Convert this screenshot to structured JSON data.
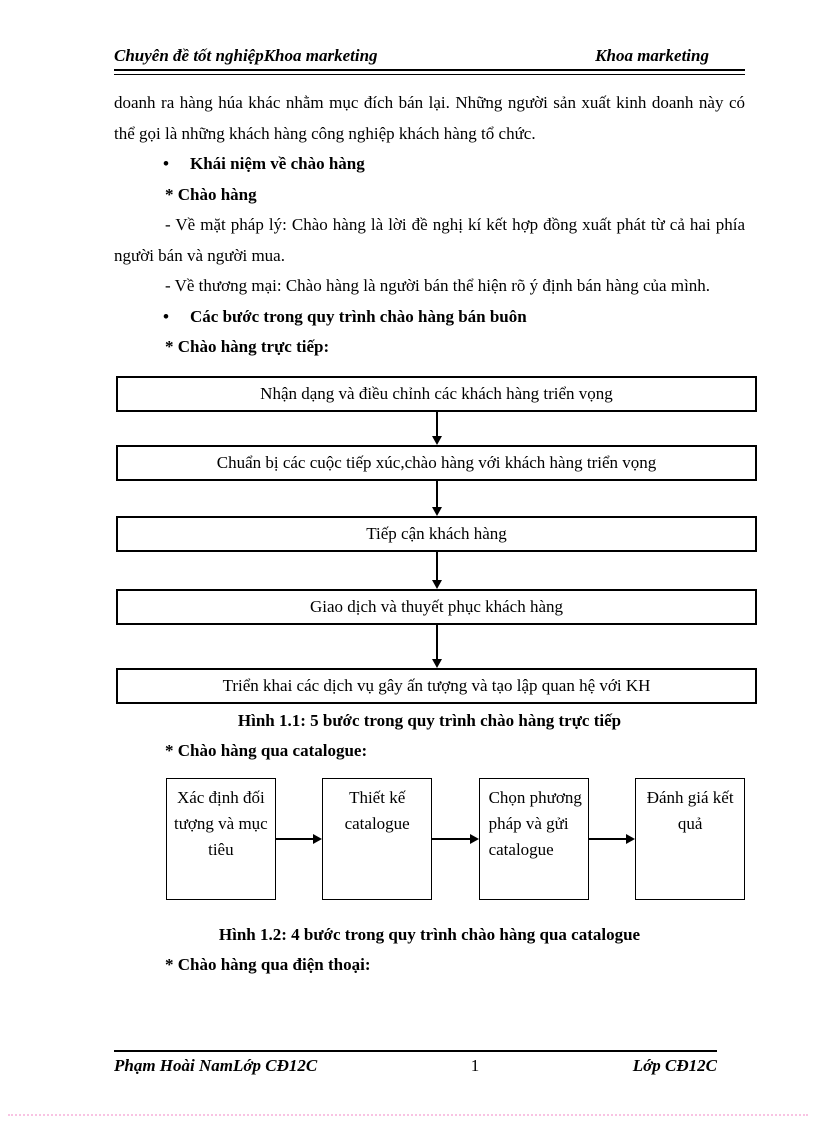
{
  "header": {
    "left": "Chuyên đề tốt nghiệpKhoa marketing",
    "right": "Khoa marketing"
  },
  "body": {
    "bullet_glyph": "•",
    "paragraph_intro": "doanh ra hàng húa khác nhằm mục đích bán lại. Những người sản xuất kinh doanh này có thể gọi là những khách hàng công nghiệp khách hàng tổ chức.",
    "bullet_concept": "Khái niệm về chào hàng",
    "star_chao_hang": "* Chào hàng",
    "para_legal": "- Về mặt pháp lý: Chào hàng là lời đề nghị kí kết hợp đồng xuất phát từ cả hai phía người bán và người mua.",
    "para_commercial": "- Về thương mại: Chào hàng là người bán thể hiện rõ ý định bán hàng của mình.",
    "bullet_steps": "Các bước trong quy trình chào hàng bán buôn",
    "star_direct": "* Chào hàng trực tiếp:",
    "star_catalogue": "* Chào hàng qua catalogue:",
    "star_phone": "* Chào hàng qua điện thoại:"
  },
  "chart_data": [
    {
      "type": "flowchart",
      "orientation": "vertical",
      "title": "Hình 1.1: 5 bước trong quy trình chào hàng trực tiếp",
      "steps": [
        "Nhận dạng và điều chỉnh các khách hàng triển vọng",
        "Chuẩn bị các cuộc tiếp xúc,chào hàng với khách hàng triển vọng",
        "Tiếp cận khách hàng",
        "Giao dịch và thuyết phục khách hàng",
        "Triển khai các dịch vụ gây ấn tượng và tạo lập quan hệ với KH"
      ]
    },
    {
      "type": "flowchart",
      "orientation": "horizontal",
      "title": "Hình 1.2: 4 bước trong quy trình chào hàng qua catalogue",
      "steps": [
        "Xác định đối tượng và mục tiêu",
        "Thiết kế catalogue",
        "Chọn phương pháp và gửi catalogue",
        "Đánh giá kết quả"
      ]
    }
  ],
  "footer": {
    "left": "Phạm Hoài NamLớp CĐ12C",
    "page_number": "1",
    "right": "Lớp CĐ12C"
  },
  "colors": {
    "text": "#000000",
    "background": "#ffffff",
    "rule": "#000000",
    "page_break_dots": "#f9c3e3"
  }
}
